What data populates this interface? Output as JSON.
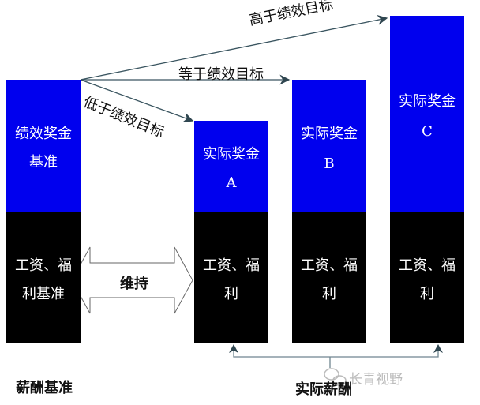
{
  "baseline": {
    "bonus_label_line1": "绩效奖金",
    "bonus_label_line2": "基准",
    "salary_label_line1": "工资、福",
    "salary_label_line2": "利基准"
  },
  "actual_bars": [
    {
      "bonus_line1": "实际奖金",
      "bonus_line2": "A",
      "salary_line1": "工资、福",
      "salary_line2": "利"
    },
    {
      "bonus_line1": "实际奖金",
      "bonus_line2": "B",
      "salary_line1": "工资、福",
      "salary_line2": "利"
    },
    {
      "bonus_line1": "实际奖金",
      "bonus_line2": "C",
      "salary_line1": "工资、福",
      "salary_line2": "利"
    }
  ],
  "arrows": {
    "below": "低于绩效目标",
    "equal": "等于绩效目标",
    "above": "高于绩效目标",
    "maintain": "维持"
  },
  "footer": {
    "baseline_caption": "薪酬基准",
    "actual_caption": "实际薪酬",
    "watermark": "长青视野"
  },
  "colors": {
    "bonus": "#0000ee",
    "salary": "#000000",
    "arrow": "#3a5560"
  }
}
